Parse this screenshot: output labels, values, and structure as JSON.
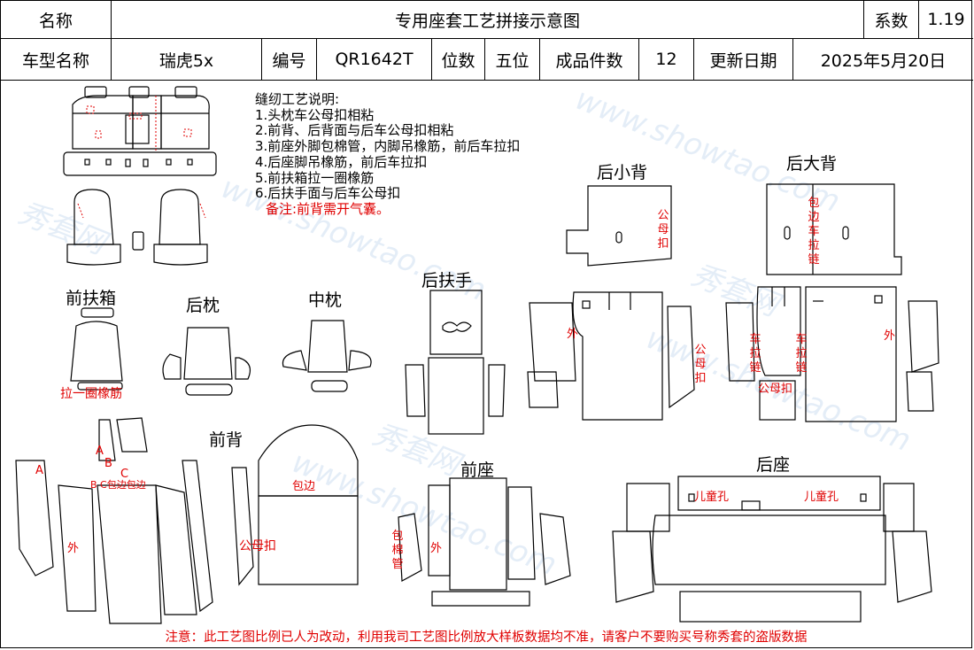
{
  "header": {
    "name_label": "名称",
    "title": "专用座套工艺拼接示意图",
    "coef_label": "系数",
    "coef_value": "1.19",
    "model_label": "车型名称",
    "model_value": "瑞虎5x",
    "code_label": "编号",
    "code_value": "QR1642T",
    "seats_label": "位数",
    "seats_value": "五位",
    "pieces_label": "成品件数",
    "pieces_value": "12",
    "date_label": "更新日期",
    "date_value": "2025年5月20日"
  },
  "notes": {
    "title": "缝纫工艺说明:",
    "items": [
      "1.头枕车公母扣相粘",
      "2.前背、后背面与后车公母扣相粘",
      "3.前座外脚包棉管，内脚吊橡筋，前后车拉扣",
      "4.后座脚吊橡筋，前后车拉扣",
      "5.前扶箱拉一圈橡筋",
      "6.后扶手面与后车公母扣"
    ],
    "remark": "备注:前背需开气囊。"
  },
  "sections": {
    "front_armrest": "前扶箱",
    "rear_headrest": "后枕",
    "mid_headrest": "中枕",
    "rear_armrest": "后扶手",
    "rear_small_back": "后小背",
    "rear_big_back": "后大背",
    "front_back": "前背",
    "front_seat": "前座",
    "rear_seat": "后座"
  },
  "annotations": {
    "elastic_ring": "拉一圈橡筋",
    "snap_a": "公母扣",
    "snap_b": "公母扣",
    "snap_c": "公母扣",
    "snap_front_back": "公母扣",
    "outer_a": "外",
    "outer_b": "外",
    "outer_c": "外",
    "outer_d": "外",
    "zip_a": "车拉链",
    "zip_b": "车拉链",
    "edge_zip": "包边车拉链",
    "edge": "包边",
    "tube": "包棉管",
    "child_hole_a": "儿童孔",
    "child_hole_b": "儿童孔",
    "mark_a1": "A",
    "mark_a2": "A",
    "mark_b": "B",
    "mark_c": "C",
    "edge_bc": "B C包边包边"
  },
  "watermark": {
    "site": "www.showtao.com",
    "brand": "秀套网"
  },
  "footer": {
    "notice": "注意：此工艺图比例已人为改动，利用我司工艺图比例放大样板数据均不准，请客户不要购买号称秀套的盗版数据"
  },
  "colors": {
    "annotation": "#e00000",
    "line": "#000000",
    "watermark": "#cfe0f2"
  }
}
